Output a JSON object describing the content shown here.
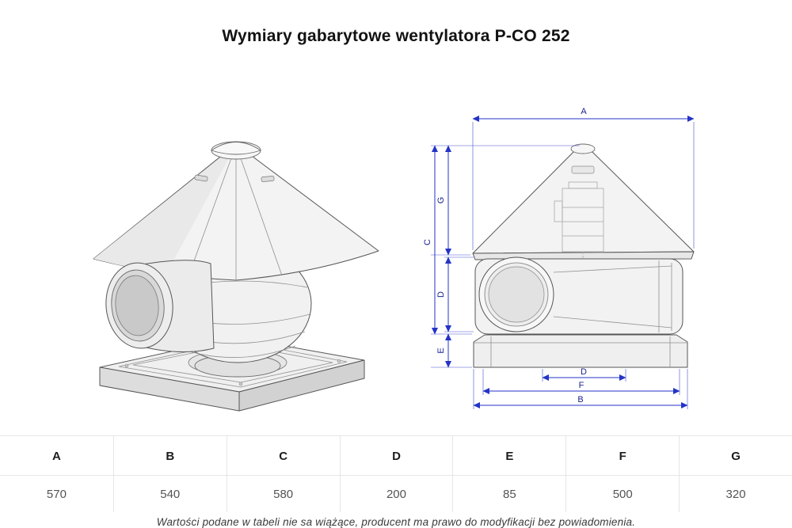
{
  "title": "Wymiary gabarytowe wentylatora P-CO 252",
  "diagram": {
    "description": "technical-drawing-roof-fan",
    "dimension_color": "#2433c7",
    "line_color": "#565656",
    "labels": {
      "a": "A",
      "b": "B",
      "c": "C",
      "d": "D",
      "e": "E",
      "f": "F",
      "g": "G"
    }
  },
  "table": {
    "headers": [
      "A",
      "B",
      "C",
      "D",
      "E",
      "F",
      "G"
    ],
    "values": [
      "570",
      "540",
      "580",
      "200",
      "85",
      "500",
      "320"
    ]
  },
  "footer_note": "Wartości podane w tabeli nie sa wiążące, producent ma prawo do modyfikacji bez powiadomienia."
}
